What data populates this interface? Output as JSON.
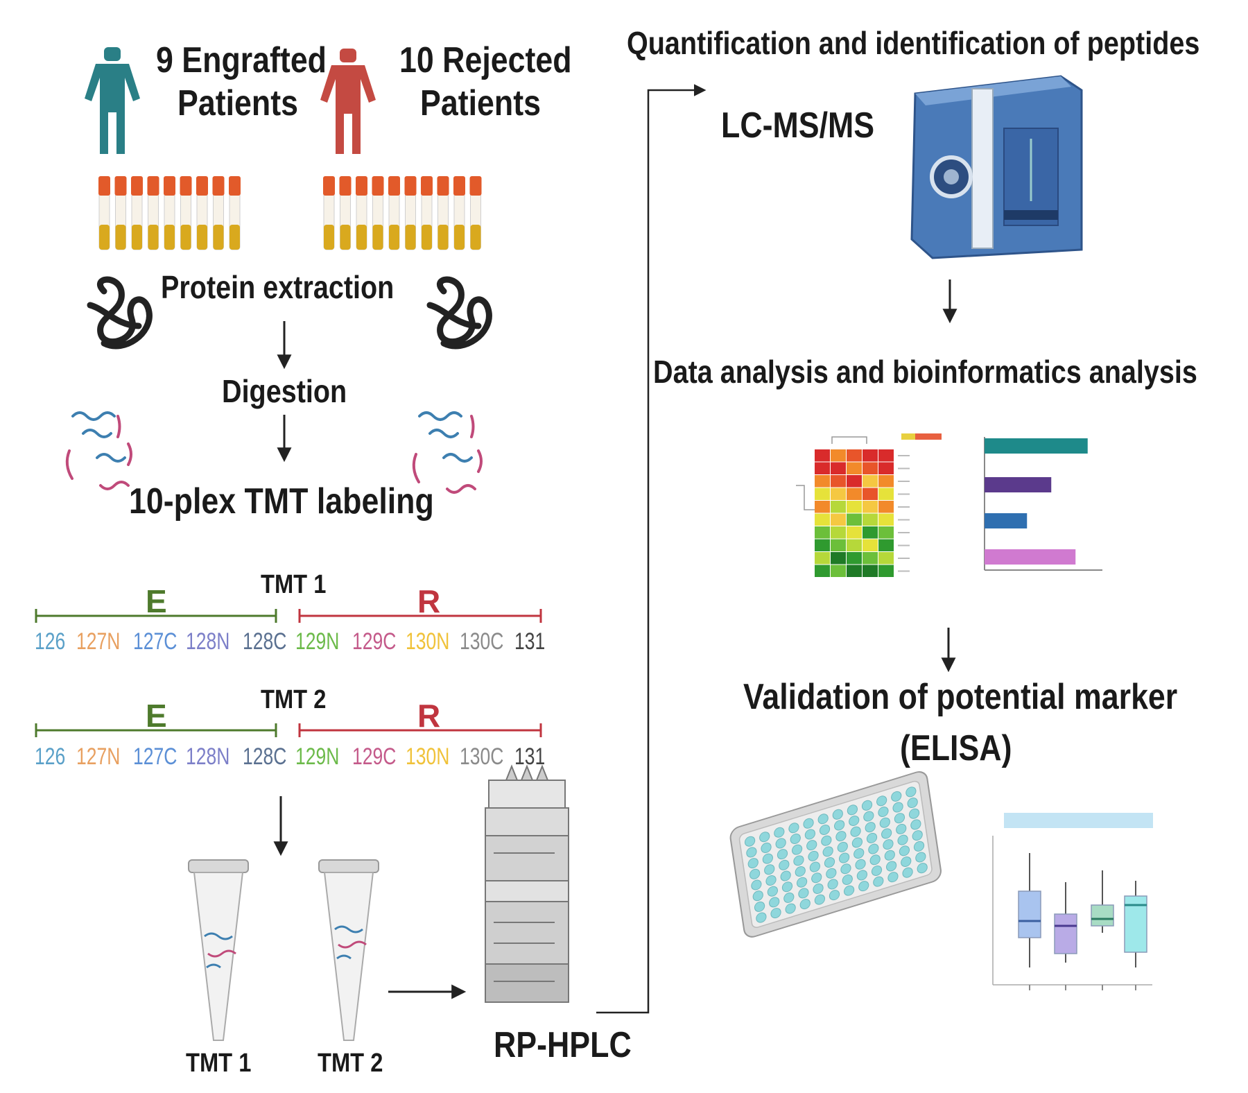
{
  "patients": {
    "engrafted": {
      "line1": "9 Engrafted",
      "line2": "Patients",
      "color": "#2a7f86",
      "tube_count": 9
    },
    "rejected": {
      "line1": "10 Rejected",
      "line2": "Patients",
      "color": "#c44a42",
      "tube_count": 10
    }
  },
  "workflow": {
    "protein_extraction": "Protein extraction",
    "digestion": "Digestion",
    "tmt_labeling": "10-plex TMT labeling"
  },
  "tmt_sets": [
    {
      "title": "TMT 1",
      "groups": [
        {
          "letter": "E",
          "color": "#4e7a2c"
        },
        {
          "letter": "R",
          "color": "#c0353f"
        }
      ],
      "channels": [
        {
          "label": "126",
          "color": "#5aa0c8"
        },
        {
          "label": "127N",
          "color": "#e8a060"
        },
        {
          "label": "127C",
          "color": "#5b8fd6"
        },
        {
          "label": "128N",
          "color": "#7c7fc8"
        },
        {
          "label": "128C",
          "color": "#5a7090"
        },
        {
          "label": "129N",
          "color": "#6cba4a"
        },
        {
          "label": "129C",
          "color": "#c45a8a"
        },
        {
          "label": "130N",
          "color": "#f0c23a"
        },
        {
          "label": "130C",
          "color": "#8a8a8a"
        },
        {
          "label": "131",
          "color": "#444444"
        }
      ]
    },
    {
      "title": "TMT 2",
      "groups": [
        {
          "letter": "E",
          "color": "#4e7a2c"
        },
        {
          "letter": "R",
          "color": "#c0353f"
        }
      ],
      "channels": [
        {
          "label": "126",
          "color": "#5aa0c8"
        },
        {
          "label": "127N",
          "color": "#e8a060"
        },
        {
          "label": "127C",
          "color": "#5b8fd6"
        },
        {
          "label": "128N",
          "color": "#7c7fc8"
        },
        {
          "label": "128C",
          "color": "#5a7090"
        },
        {
          "label": "129N",
          "color": "#6cba4a"
        },
        {
          "label": "129C",
          "color": "#c45a8a"
        },
        {
          "label": "130N",
          "color": "#f0c23a"
        },
        {
          "label": "130C",
          "color": "#8a8a8a"
        },
        {
          "label": "131",
          "color": "#444444"
        }
      ]
    }
  ],
  "tubes": {
    "tube1": "TMT 1",
    "tube2": "TMT 2"
  },
  "hplc_label": "RP-HPLC",
  "right": {
    "header": "Quantification and identification of peptides",
    "lcms": "LC-MS/MS",
    "analysis": "Data analysis and bioinformatics analysis",
    "validation_line1": "Validation of potential marker",
    "validation_line2": "(ELISA)"
  },
  "bar_chart": {
    "bars": [
      {
        "value": 0.85,
        "color": "#1e8a8a"
      },
      {
        "value": 0.55,
        "color": "#5b3a8c"
      },
      {
        "value": 0.35,
        "color": "#2f6fb0"
      },
      {
        "value": 0.75,
        "color": "#d07ad0"
      }
    ]
  },
  "box_plot": {
    "boxes": [
      {
        "color": "#a9c4ef",
        "median_color": "#3a5fa0"
      },
      {
        "color": "#b9abe6",
        "median_color": "#4a3a90"
      },
      {
        "color": "#a8dcc4",
        "median_color": "#2a7a60"
      },
      {
        "color": "#9ee8ea",
        "median_color": "#2a8a8a"
      }
    ]
  },
  "colors": {
    "arrow": "#222222",
    "strand_blue": "#3d7fb0",
    "strand_pink": "#c04a7a",
    "instrument_blue": "#4a7ab8",
    "plate_wells": "#8fd7dc"
  }
}
